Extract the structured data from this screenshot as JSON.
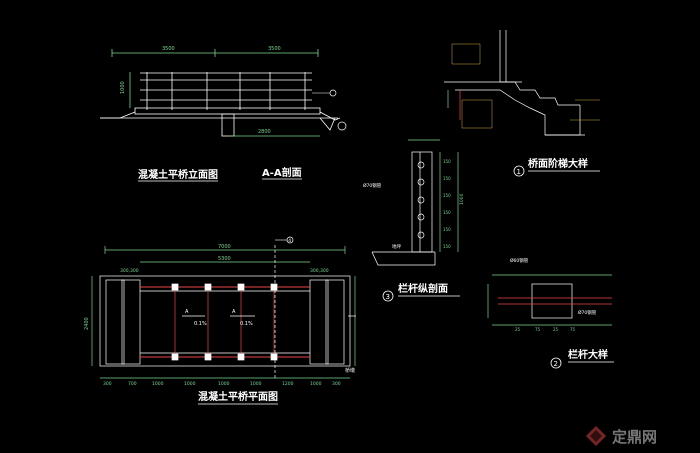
{
  "titles": {
    "elevation": "混凝土平桥立面图",
    "section_aa": "A-A剖面",
    "plan": "混凝土平桥平面图",
    "stair_detail": "桥面阶梯大样",
    "railing_section": "栏杆纵剖面",
    "railing_detail": "栏杆大样"
  },
  "callouts": {
    "one": "1",
    "two": "2",
    "three": "3",
    "four": "4",
    "a_left": "A",
    "a_right": "A"
  },
  "elevation": {
    "dim_left": "3500",
    "dim_right": "3500",
    "dim_bottom": "2800",
    "dim_height": "1000"
  },
  "plan": {
    "dim_total": "7000",
    "dim_inner": "5300",
    "dim_side_left": "300,300",
    "dim_side_right": "300,300",
    "dim_height": "2400",
    "slope_left": "0.1%",
    "slope_right": "0.1%",
    "bottom_dims": [
      "300",
      "700",
      "1000",
      "1000",
      "1000",
      "1000",
      "1200",
      "1000",
      "300"
    ],
    "pier_label": "桥墩"
  },
  "railing_section": {
    "pipe_label": "Ø70钢管",
    "ground_label": "地坪",
    "dims": [
      "150",
      "150",
      "150",
      "150",
      "150",
      "150"
    ],
    "dim_height": "1000"
  },
  "railing_detail": {
    "pipe_label_top": "Ø60钢管",
    "pipe_label_bottom": "Ø70钢管",
    "dims": [
      "25",
      "75",
      "25",
      "75"
    ]
  },
  "watermark": {
    "brand": "定鼎网"
  },
  "colors": {
    "line": "#ffffff",
    "dim": "#7bd88f",
    "accent": "#e44",
    "yellow": "#e0d060"
  }
}
